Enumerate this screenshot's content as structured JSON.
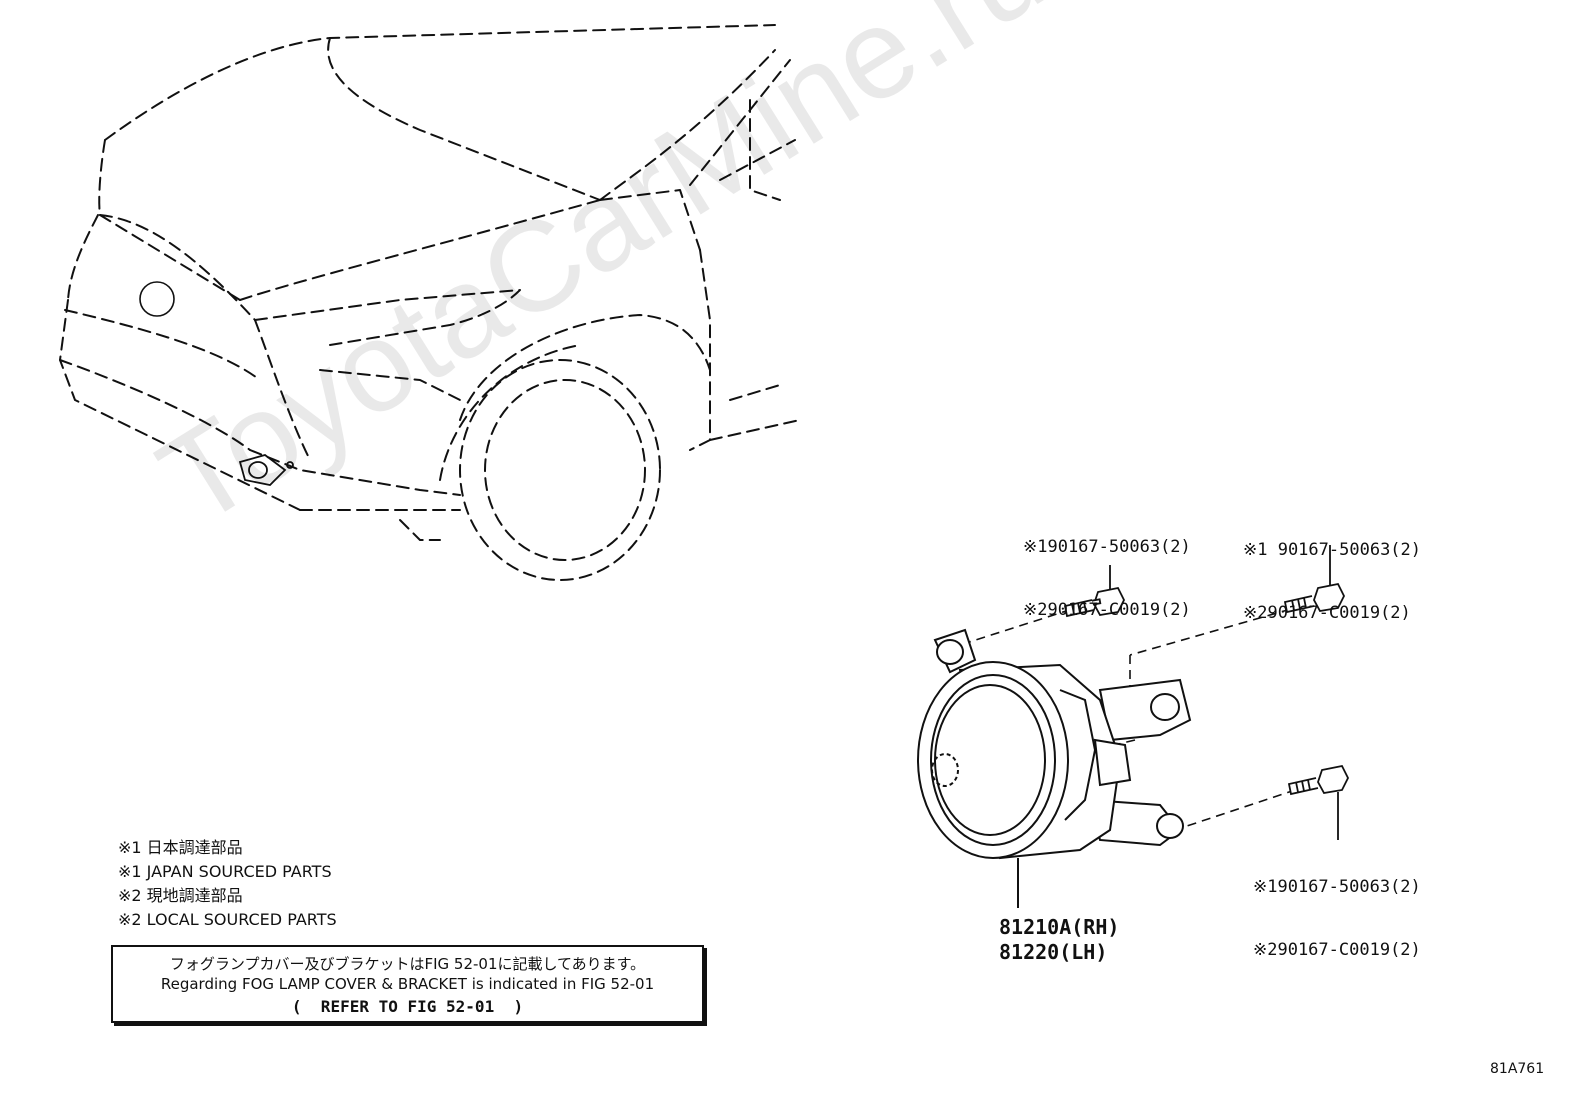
{
  "callouts": {
    "top_left": {
      "line1": "※190167-50063(2)",
      "line2": "※290167-C0019(2)"
    },
    "top_right": {
      "line1": "※1 90167-50063(2)",
      "line2": "※290167-C0019(2)"
    },
    "bottom_right": {
      "line1": "※190167-50063(2)",
      "line2": "※290167-C0019(2)"
    }
  },
  "part_numbers": {
    "rh": "81210A(RH)",
    "lh": "81220(LH)"
  },
  "legend": [
    "※1 日本調達部品",
    "※1 JAPAN SOURCED PARTS",
    "※2 現地調達部品",
    "※2 LOCAL SOURCED PARTS"
  ],
  "note": {
    "line_jp": "フォグランプカバー及びブラケットはFIG 52-01に記載してあります。",
    "line_en": "Regarding FOG LAMP COVER & BRACKET is indicated in FIG 52-01",
    "refer": "(  REFER TO FIG 52-01  )"
  },
  "figure_id": "81A761",
  "watermark": "ToyotaCarMine.ru"
}
